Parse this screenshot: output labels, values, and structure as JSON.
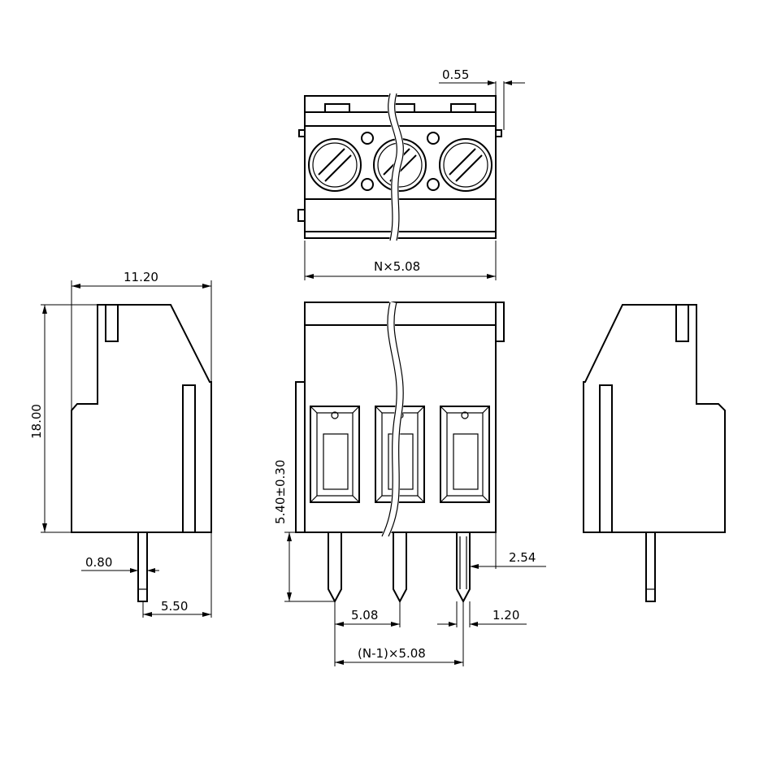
{
  "dimensions": {
    "top_offset": "0.55",
    "pitch_total": "N×5.08",
    "width": "11.20",
    "height": "18.00",
    "pin_height": "5.40±0.30",
    "pin_thickness": "0.80",
    "pin_offset": "5.50",
    "pin_pitch": "5.08",
    "span_total": "(N-1)×5.08",
    "pin_edge": "2.54",
    "pin_width": "1.20"
  },
  "colors": {
    "line": "#000000",
    "background": "#ffffff"
  }
}
